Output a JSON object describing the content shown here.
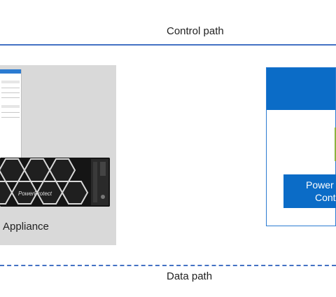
{
  "paths": {
    "control_label": "Control path",
    "data_label": "Data path"
  },
  "appliance": {
    "label": "Appliance",
    "hardware_logo": "PowerProtect"
  },
  "right_box": {
    "button_line1": "Power",
    "button_line2": "Cont"
  },
  "colors": {
    "line_blue": "#4472c4",
    "box_blue": "#0b6cc7",
    "panel_gray": "#d9d9d9",
    "accent_green": "#8ab33f"
  }
}
